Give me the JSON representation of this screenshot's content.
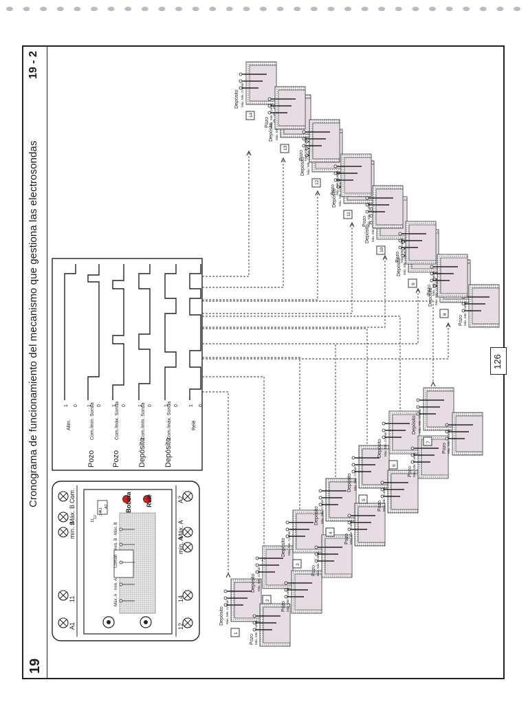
{
  "header": {
    "chapter_left": "19",
    "chapter_right": "19 - 2",
    "title": "Cronograma de funcionamiento del mecanismo que gestiona las electrosondas",
    "page_number": "126"
  },
  "device": {
    "top_terminals": [
      "A1",
      "11",
      "mín. B",
      "Máx. B",
      "Com."
    ],
    "bottom_terminals": [
      "12",
      "14",
      "mín. A",
      "Máx. A",
      "A2"
    ],
    "pcb_labels": [
      "Máx. A",
      "mín. A",
      "Común",
      "mín. B",
      "Máx. B"
    ],
    "relay_labels": [
      "11",
      "12",
      "14",
      "A1",
      "A2"
    ],
    "leds": [
      "Bobina",
      "Relé"
    ]
  },
  "timing": {
    "rows": [
      {
        "main": "",
        "sub": "Alim.",
        "hi": "1",
        "lo": "0"
      },
      {
        "main": "Pozo",
        "sub": "Com./mín. Sonda",
        "hi": "1",
        "lo": "0"
      },
      {
        "main": "Pozo",
        "sub": "Com./máx. Sonda",
        "hi": "1",
        "lo": "0"
      },
      {
        "main": "Depósito",
        "sub": "Com./mín. Sonda",
        "hi": "1",
        "lo": "0"
      },
      {
        "main": "Depósito",
        "sub": "Com./máx. Sonda",
        "hi": "1",
        "lo": "0"
      },
      {
        "main": "",
        "sub": "Relé",
        "hi": "1",
        "lo": "0"
      }
    ]
  },
  "tanks": {
    "depot_label": "Depósito",
    "well_label": "Pozo",
    "probe_labels": "Máx. Mín. Común",
    "steps": [
      "1",
      "2",
      "3",
      "4",
      "5",
      "6",
      "7",
      "8",
      "9",
      "10",
      "11",
      "12",
      "13",
      "14"
    ]
  },
  "colors": {
    "line": "#222222",
    "tank_fill": "#e7dce3",
    "led_red": "#d42020",
    "hatch": "#9a9a9a"
  }
}
